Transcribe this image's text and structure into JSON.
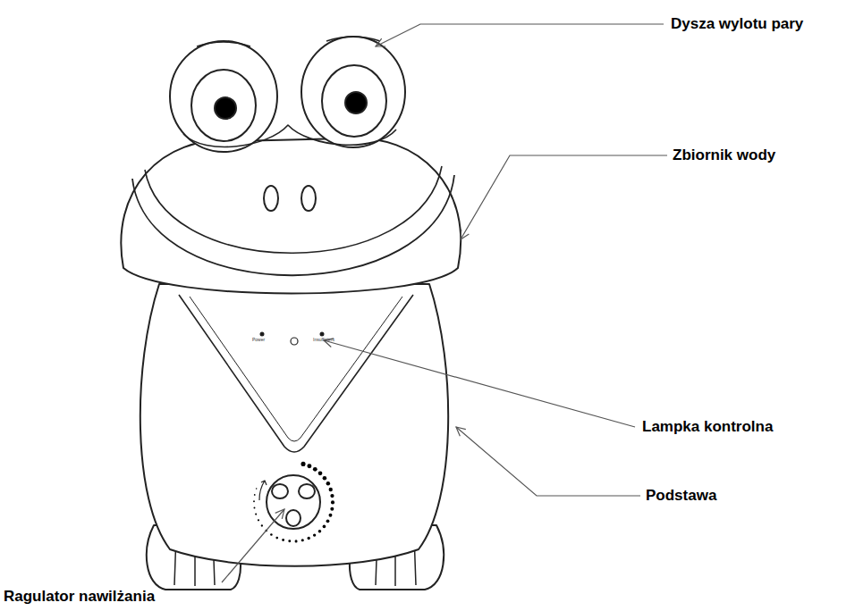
{
  "diagram": {
    "labels": [
      "Dysza wylotu pary",
      "Zbiornik wody",
      "Lampka kontrolna",
      "Podstawa",
      "Ragulator nawilżania",
      "Power",
      "Insufficient"
    ]
  }
}
